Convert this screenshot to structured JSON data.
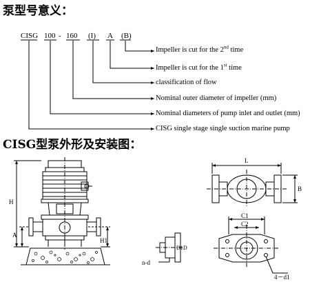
{
  "heading1": "泵型号意义：",
  "code_parts": [
    "CISG",
    "100",
    "-",
    "160",
    "(I)",
    "A",
    "(B)"
  ],
  "descriptions": {
    "impeller2": {
      "before": "Impeller is cut for the 2",
      "sup": "nd",
      "after": " time"
    },
    "impeller1": {
      "before": "Impeller is cut for the 1",
      "sup": "st",
      "after": " time"
    },
    "flow": "classification of flow",
    "outer_dia": "Nominal outer diameter of impeller (mm)",
    "inlet_outlet": "Nominal diameters of pump inlet and outlet (mm)",
    "pump_type": "CISG single stage single suction marine pump"
  },
  "heading2": "CISG型泵外形及安装图：",
  "dims": {
    "H": "H",
    "A": "A",
    "H1": "H1",
    "L": "L",
    "B": "B",
    "C1": "C1",
    "C2": "C2",
    "n_d": "n-d",
    "four_d1": "4－d1",
    "D1": "D1",
    "D": "D"
  },
  "colors": {
    "line": "#000000",
    "background": "#ffffff"
  }
}
